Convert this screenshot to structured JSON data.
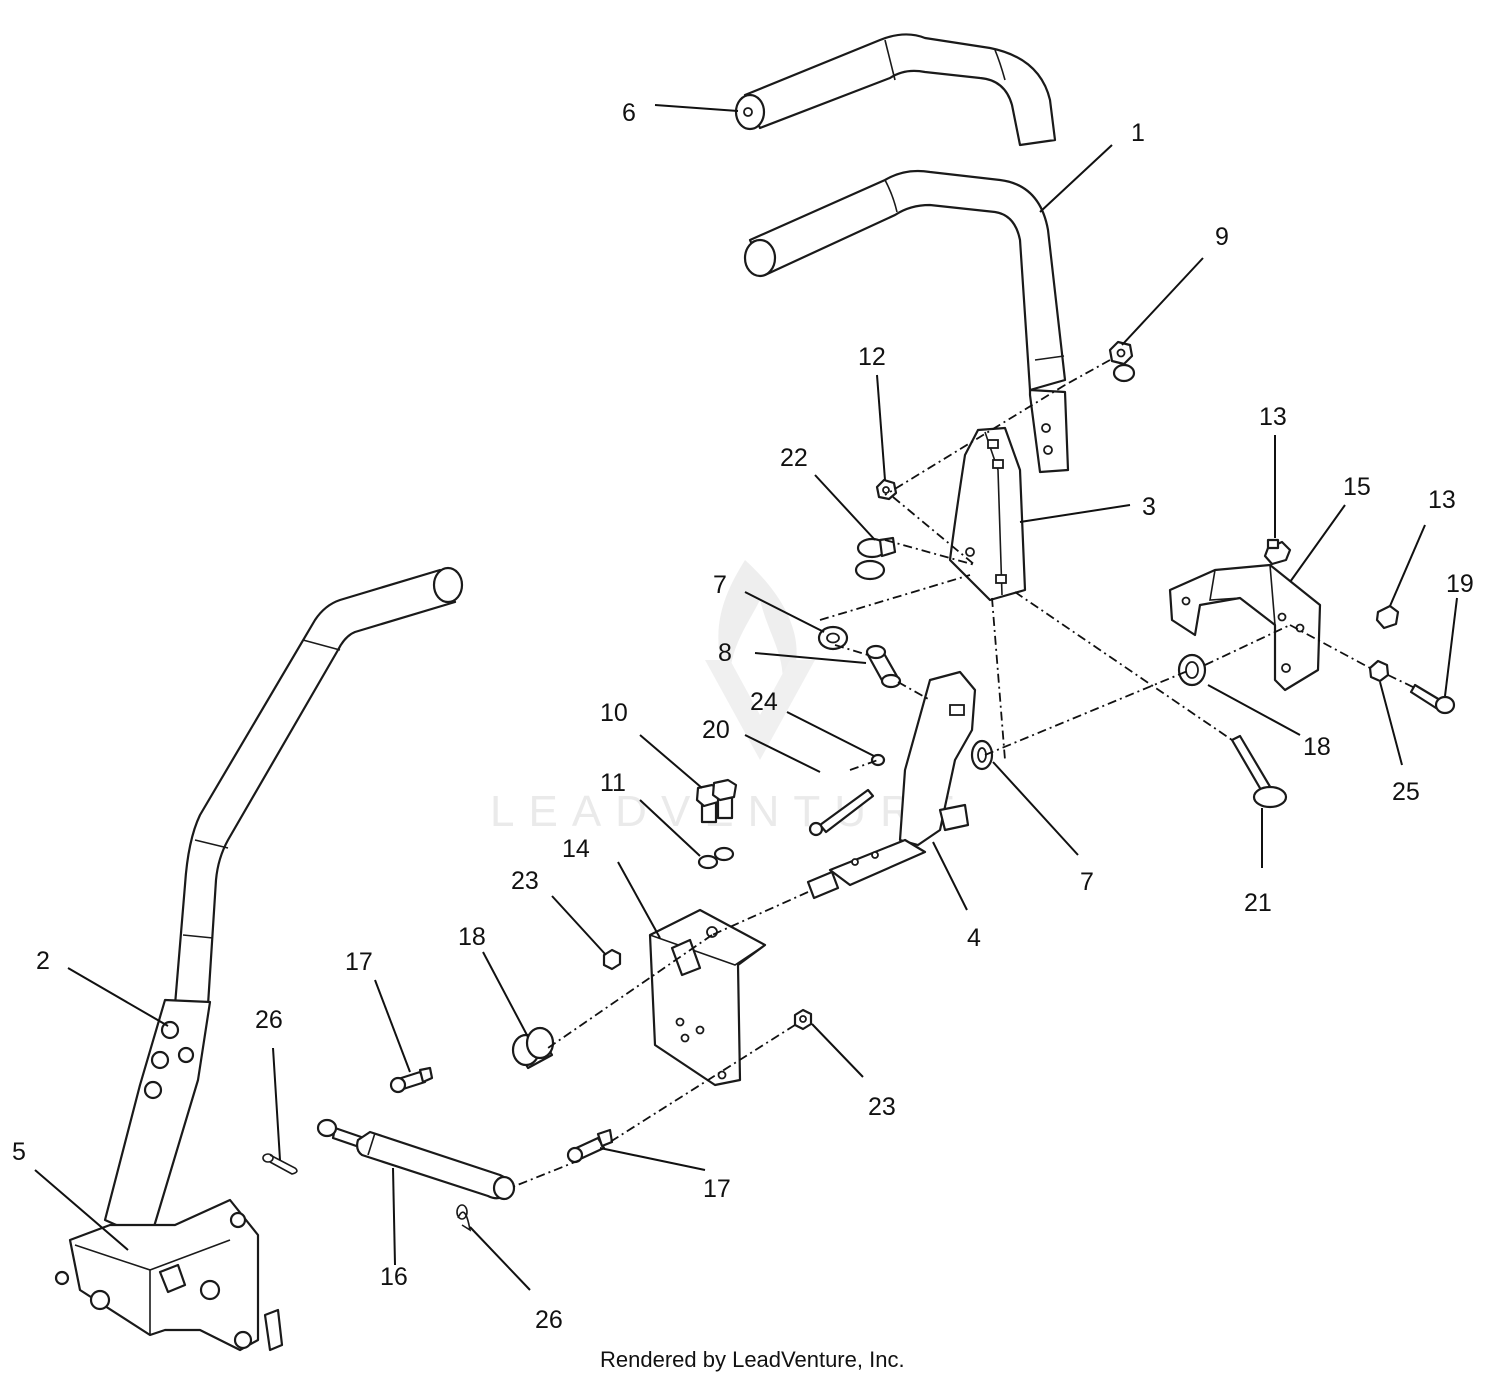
{
  "diagram": {
    "watermark": "LEADVENTURE",
    "credit": "Rendered by LeadVenture, Inc.",
    "callouts": [
      "6",
      "1",
      "9",
      "12",
      "22",
      "3",
      "13",
      "15",
      "13",
      "19",
      "7",
      "8",
      "24",
      "20",
      "10",
      "11",
      "18",
      "25",
      "7",
      "21",
      "23",
      "14",
      "4",
      "18",
      "17",
      "23",
      "2",
      "26",
      "5",
      "17",
      "16",
      "26"
    ]
  }
}
